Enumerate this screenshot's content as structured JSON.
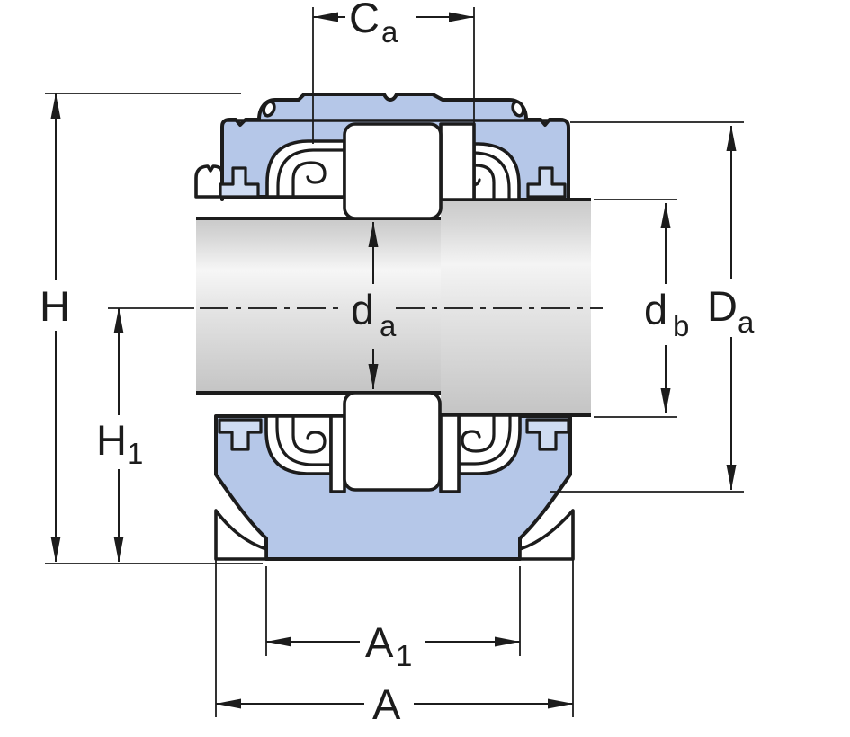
{
  "title": "bearing-housing-cross-section-dimension-drawing",
  "dims": {
    "ca": {
      "main": "C",
      "sub": "a"
    },
    "h": {
      "main": "H",
      "sub": ""
    },
    "h1": {
      "main": "H",
      "sub": "1"
    },
    "da": {
      "main": "d",
      "sub": "a"
    },
    "db": {
      "main": "d",
      "sub": "b"
    },
    "Dao": {
      "main": "D",
      "sub": "a"
    },
    "a1": {
      "main": "A",
      "sub": "1"
    },
    "a": {
      "main": "A",
      "sub": ""
    }
  },
  "colors": {
    "housing_fill": "#b5c7e8",
    "slot_fill": "#cfdcf2",
    "outline": "#1c1c1c",
    "shaft_light": "#f6f6f6",
    "shaft_dark": "#c6c6c6"
  }
}
